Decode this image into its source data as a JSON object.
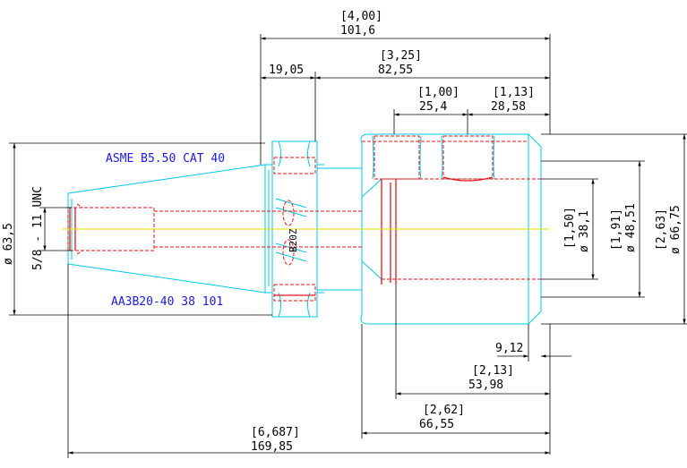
{
  "drawing": {
    "label_top": "ASME B5.50 CAT 40",
    "label_bottom": "AA3B20-40 38 101",
    "thread_label": "5/8 - 11 UNC",
    "flange_text": "B20Z"
  },
  "dimensions": {
    "overall_in": "[4,00]",
    "overall_mm": "101,6",
    "flange_mm": "19,05",
    "body_in": "[3,25]",
    "body_mm": "82,55",
    "slot_in": "[1,00]",
    "slot_mm": "25,4",
    "slot2_in": "[1,13]",
    "slot2_mm": "28,58",
    "bore_in": "[1,50]",
    "bore_mm": "ø 38,1",
    "mid_in": "[1,91]",
    "mid_mm": "ø 48,51",
    "outer_in": "[2,63]",
    "outer_mm": "ø 66,75",
    "left_dia": "ø 63,5",
    "chamfer_mm": "9,12",
    "depth_in": "[2,13]",
    "depth_mm": "53,98",
    "shank_in": "[2,62]",
    "shank_mm": "66,55",
    "total_in": "[6,687]",
    "total_mm": "169,85"
  },
  "colors": {
    "outline": "#00c8e8",
    "hidden": "#e01818",
    "dimension": "#000000",
    "label": "#1a1ae6",
    "centerline": "#e8e000"
  }
}
